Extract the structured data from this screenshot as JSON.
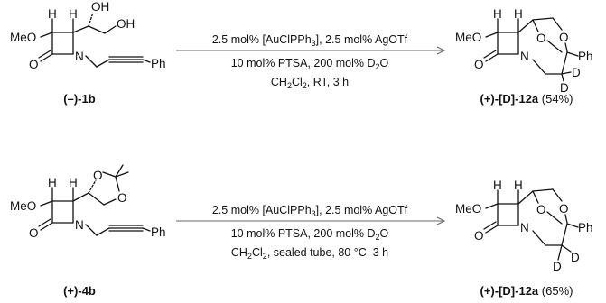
{
  "atoms": {
    "h": "H",
    "oh": "OH",
    "meo": "MeO",
    "o": "O",
    "n": "N",
    "ph": "Ph",
    "d": "D"
  },
  "reactions": [
    {
      "conditions": {
        "line1_main": "2.5 mol% [AuClPPh",
        "line1_sub": "3",
        "line1_end": "], 2.5 mol% AgOTf",
        "line2_main": "10 mol% PTSA, 200 mol% D",
        "line2_sub": "2",
        "line2_end": "O",
        "line3_pre": "CH",
        "line3_sub1": "2",
        "line3_mid": "Cl",
        "line3_sub2": "2",
        "line3_end": ", RT, 3 h"
      },
      "reactant_label": "(–)-1b",
      "product_label": "(+)-[D]-12a",
      "product_yield": "(54%)"
    },
    {
      "conditions": {
        "line1_main": "2.5 mol% [AuClPPh",
        "line1_sub": "3",
        "line1_end": "], 2.5 mol% AgOTf",
        "line2_main": "10 mol% PTSA, 200 mol% D",
        "line2_sub": "2",
        "line2_end": "O",
        "line3_pre": "CH",
        "line3_sub1": "2",
        "line3_mid": "Cl",
        "line3_sub2": "2",
        "line3_end": ", sealed tube, 80 °C, 3 h"
      },
      "reactant_label": "(+)-4b",
      "product_label": "(+)-[D]-12a",
      "product_yield": "(65%)"
    }
  ]
}
